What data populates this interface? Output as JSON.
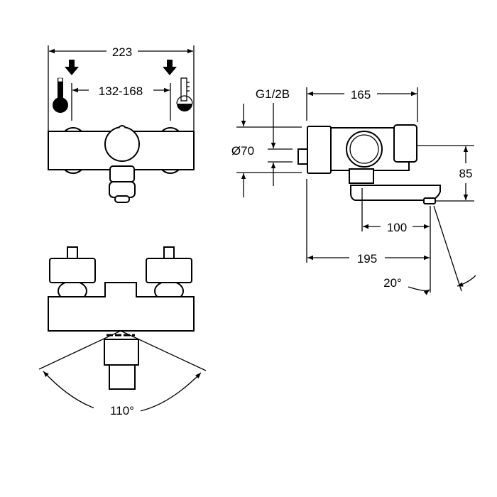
{
  "title": "Thermostatic bath mixer dimension drawing",
  "front_view": {
    "overall_width": "223",
    "connection_spacing": "132-168",
    "icons": [
      "cold-thermometer",
      "hot-thermometer"
    ]
  },
  "top_view": {
    "swivel_angle": "110°"
  },
  "side_view": {
    "thread": "G1/2B",
    "diameter": "Ø70",
    "depth_body": "165",
    "height_outlet": "85",
    "spout_reach": "100",
    "total_projection": "195",
    "outlet_angle": "20°"
  },
  "colors": {
    "line": "#000000",
    "background": "#ffffff"
  }
}
